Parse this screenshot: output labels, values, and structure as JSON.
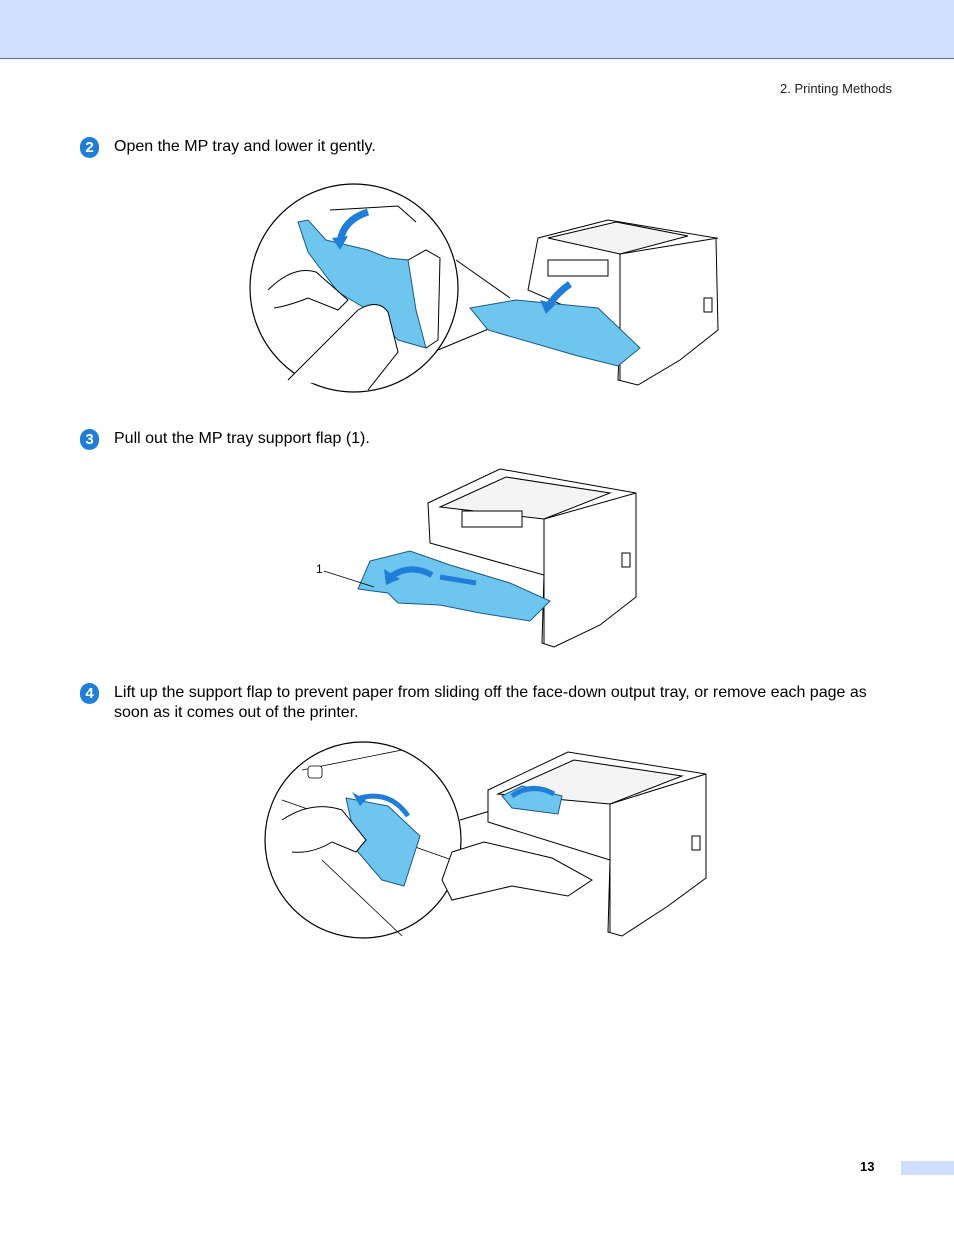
{
  "header": {
    "section": "2. Printing Methods"
  },
  "steps": [
    {
      "number": "2",
      "text": "Open the MP tray and lower it gently."
    },
    {
      "number": "3",
      "text": "Pull out the MP tray support flap (1)."
    },
    {
      "number": "4",
      "text": "Lift up the support flap to prevent paper from sliding off the face-down output tray, or remove each page as soon as it comes out of the printer."
    }
  ],
  "figure2": {
    "callout_label": "1"
  },
  "footer": {
    "page_number": "13"
  },
  "colors": {
    "header_band": "#cfe0ff",
    "accent_blue": "#1f7fd8",
    "highlight_cyan": "#6ec6ee"
  }
}
